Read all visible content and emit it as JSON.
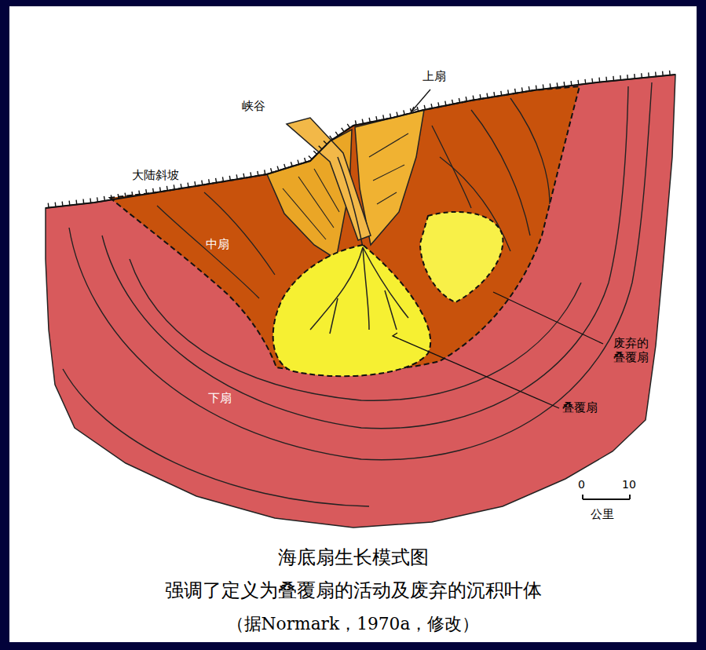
{
  "diagram": {
    "title": "海底扇生长模式图",
    "caption": "强调了定义为叠覆扇的活动及废弃的沉积叶体",
    "labels": [
      "上扇",
      "峡谷",
      "大陆斜坡",
      "中扇",
      "废弃的 叠覆扇",
      "下扇",
      "叠覆扇",
      "0",
      "10",
      "公里",
      "（据Normark，1970a，修改）"
    ]
  }
}
